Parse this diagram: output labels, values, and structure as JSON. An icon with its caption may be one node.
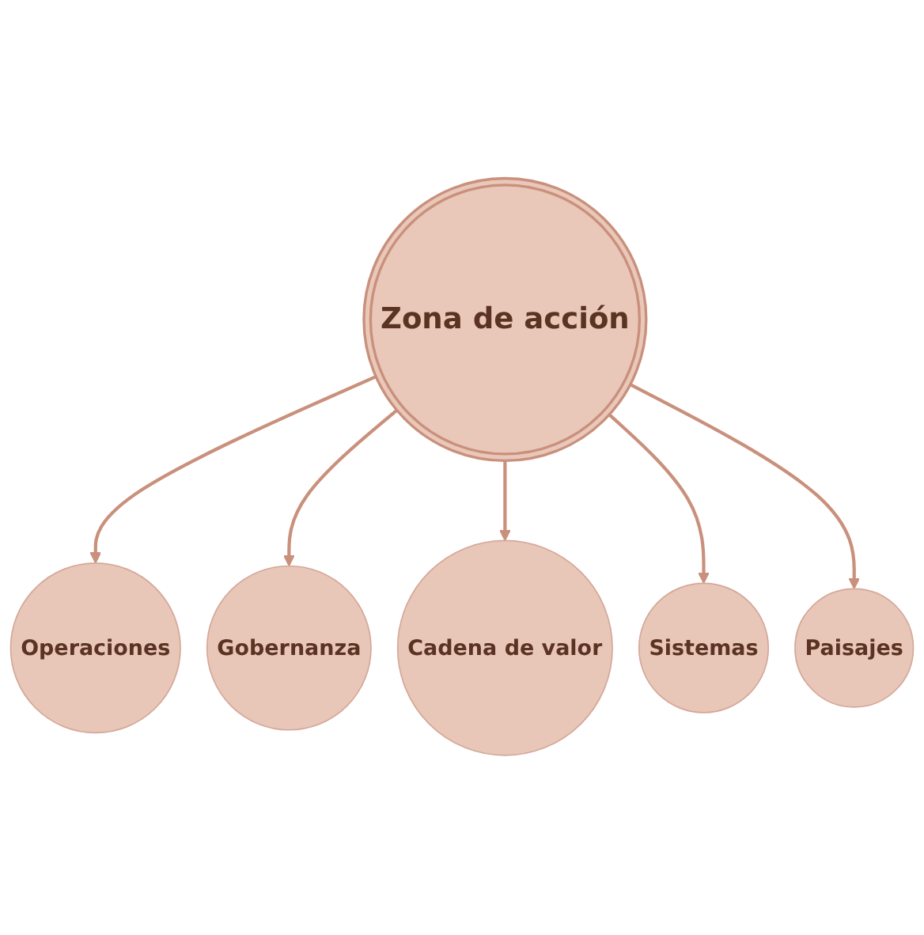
{
  "diagram": {
    "nodes": [
      {
        "text": [
          "Operaciones"
        ]
      },
      {
        "text": [
          "Gobernanza"
        ]
      },
      {
        "text": [
          "Zona de acción"
        ]
      },
      {
        "text": [
          "Cadena de valor"
        ]
      },
      {
        "text": [
          "Sistemas"
        ]
      },
      {
        "text": [
          "Paisajes"
        ]
      }
    ],
    "edges": [
      {
        "from": 2,
        "to": 0,
        "arrow": "to"
      },
      {
        "from": 2,
        "to": 1,
        "arrow": "to"
      },
      {
        "from": 2,
        "to": 3,
        "arrow": "to"
      },
      {
        "from": 2,
        "to": 4,
        "arrow": "to"
      },
      {
        "from": 2,
        "to": 5,
        "arrow": "to"
      }
    ]
  }
}
